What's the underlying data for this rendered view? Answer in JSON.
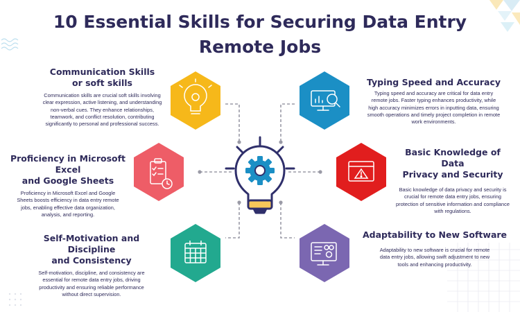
{
  "title": {
    "line1": "10 Essential Skills for Securing Data Entry",
    "line2": "Remote Jobs"
  },
  "skills": [
    {
      "title_line1": "Communication Skills",
      "title_line2": "or soft skills",
      "description": "Communication skills are crucial soft skills involving clear expression, active listening, and understanding non-verbal cues. They enhance relationships, teamwork, and conflict resolution, contributing significantly to personal and professional success.",
      "icon": "lightbulb-gear-icon",
      "color": "#f6b81a"
    },
    {
      "title_line1": "Proficiency in Microsoft Excel",
      "title_line2": "and Google Sheets",
      "description": "Proficiency in Microsoft Excel and Google Sheets boosts efficiency in data entry remote jobs, enabling effective data organization, analysis, and reporting.",
      "icon": "checklist-clock-icon",
      "color": "#ee5d67"
    },
    {
      "title_line1": "Self-Motivation and Discipline",
      "title_line2": "and Consistency",
      "description": "Self-motivation, discipline, and consistency are essential for remote data entry jobs, driving productivity and ensuring reliable performance without direct supervision.",
      "icon": "calendar-icon",
      "color": "#22a98f"
    },
    {
      "title_line1": "Typing Speed and Accuracy",
      "title_line2": "",
      "description": "Typing speed and accuracy are critical for data entry remote jobs. Faster typing enhances productivity, while high accuracy minimizes errors in inputting data, ensuring smooth operations and timely project completion in remote work environments.",
      "icon": "monitor-magnifier-icon",
      "color": "#1b8fc5"
    },
    {
      "title_line1": "Basic Knowledge of Data",
      "title_line2": "Privacy and Security",
      "description": "Basic knowledge of data privacy and security is crucial for remote data entry jobs, ensuring protection of sensitive information and compliance with regulations.",
      "icon": "warning-window-icon",
      "color": "#e11e1e"
    },
    {
      "title_line1": "Adaptability to New Software",
      "title_line2": "",
      "description": "Adaptability to new software is crucial for remote data entry jobs, allowing swift adjustment to new tools and enhancing productivity.",
      "icon": "software-window-icon",
      "color": "#7b67b1"
    }
  ],
  "center_icon": "lightbulb-gear-icon"
}
